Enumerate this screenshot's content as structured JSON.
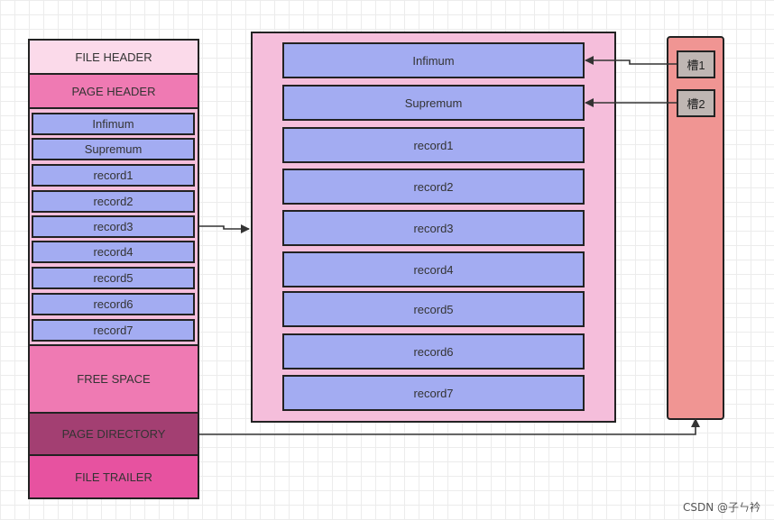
{
  "page_structure": {
    "sections": [
      {
        "id": "file-header",
        "label": "FILE HEADER",
        "color": "#fbdaea"
      },
      {
        "id": "page-header",
        "label": "PAGE HEADER",
        "color": "#ef7ab3"
      },
      {
        "id": "free-space",
        "label": "FREE SPACE",
        "color": "#ef7ab3"
      },
      {
        "id": "page-directory",
        "label": "PAGE DIRECTORY",
        "color": "#a33f72"
      },
      {
        "id": "file-trailer",
        "label": "FILE TRAILER",
        "color": "#e752a0"
      }
    ],
    "records_area_color": "#f5bedb",
    "records": [
      "Infimum",
      "Supremum",
      "record1",
      "record2",
      "record3",
      "record4",
      "record5",
      "record6",
      "record7"
    ]
  },
  "expanded_records": {
    "panel_color": "#f5bedb",
    "record_color": "#a3acf2",
    "records": [
      "Infimum",
      "Supremum",
      "record1",
      "record2",
      "record3",
      "record4",
      "record5",
      "record6",
      "record7"
    ]
  },
  "page_directory": {
    "panel_color": "#f09593",
    "slots": [
      "槽1",
      "槽2"
    ]
  },
  "watermark": "CSDN @子ㄣ衿"
}
